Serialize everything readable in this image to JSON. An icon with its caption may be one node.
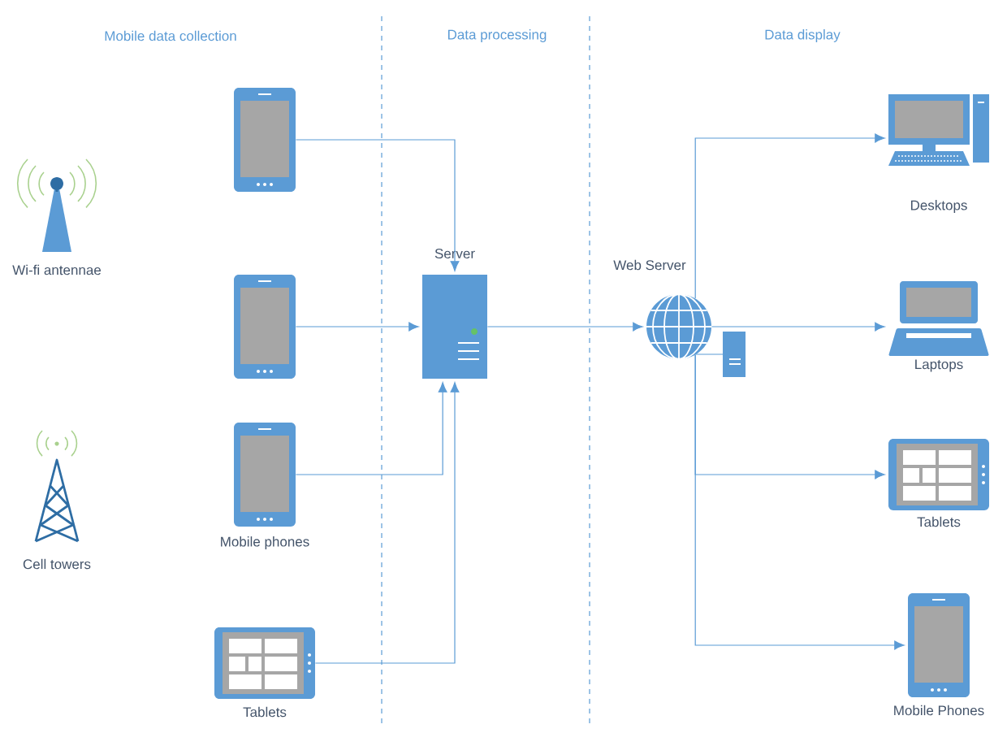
{
  "diagram": {
    "nodes": [
      {
        "text": [
          "Wi-fi antennae"
        ]
      },
      {
        "text": [
          "Cell towers"
        ]
      },
      {
        "text": [],
        "shape": "phone"
      },
      {
        "text": [],
        "shape": "phone"
      },
      {
        "text": [
          "Mobile phones"
        ]
      },
      {
        "text": [
          "Tablets"
        ]
      },
      {
        "text": [
          "Server"
        ]
      },
      {
        "text": [
          "Web Server"
        ]
      },
      {
        "text": [
          "Desktops"
        ]
      },
      {
        "text": [
          "Laptops"
        ]
      },
      {
        "text": [
          "Tablets"
        ]
      },
      {
        "text": [
          "Mobile Phones"
        ]
      }
    ],
    "edges": [
      {
        "from": 2,
        "to": 6,
        "arrow": "to"
      },
      {
        "from": 3,
        "to": 6,
        "arrow": "to"
      },
      {
        "from": 4,
        "to": 6,
        "arrow": "to"
      },
      {
        "from": 5,
        "to": 6,
        "arrow": "to"
      },
      {
        "from": 6,
        "to": 7,
        "arrow": "to"
      },
      {
        "from": 7,
        "to": 8,
        "arrow": "to"
      },
      {
        "from": 7,
        "to": 9,
        "arrow": "to"
      },
      {
        "from": 7,
        "to": 10,
        "arrow": "to"
      },
      {
        "from": 7,
        "to": 11,
        "arrow": "to"
      }
    ],
    "labels": [
      "Mobile data collection",
      "Data processing",
      "Data display"
    ]
  }
}
